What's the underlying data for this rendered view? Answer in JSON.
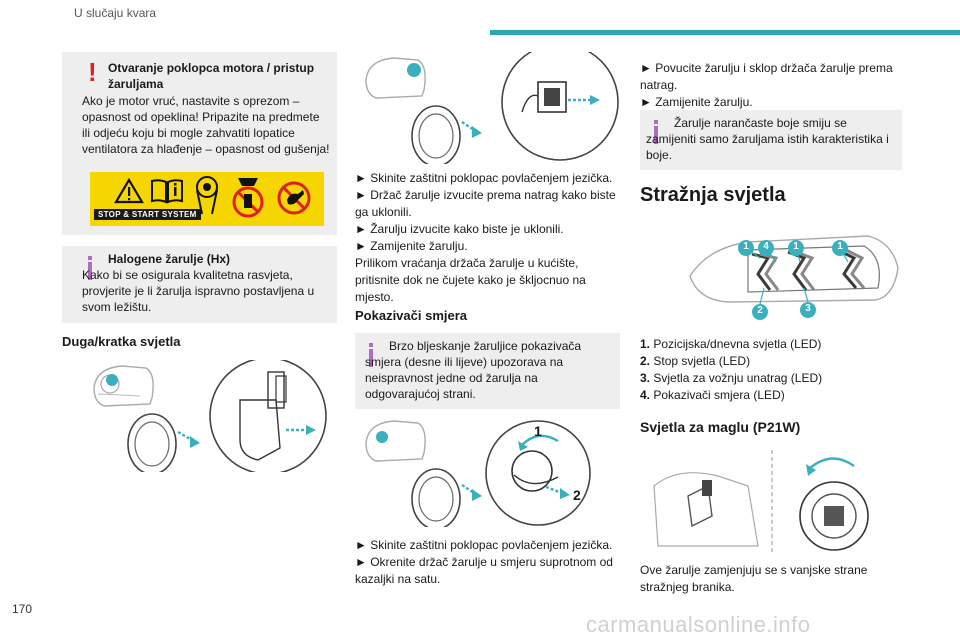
{
  "header": {
    "section": "U slučaju kvara",
    "page_number": "170",
    "watermark": "carmanualsonline.info"
  },
  "col1": {
    "warning": {
      "title": "Otvaranje poklopca motora / pristup žaruljama",
      "body": "Ako je motor vruć, nastavite s oprezom – opasnost od opeklina! Pripazite na predmete ili odjeću koju bi mogle zahvatiti lopatice ventilatora za hlađenje – opasnost od gušenja!",
      "badge": "STOP & START SYSTEM"
    },
    "info": {
      "title": "Halogene žarulje (Hx)",
      "body": "Kako bi se osigurala kvalitetna rasvjeta, provjerite je li žarulja ispravno postavljena u svom ležištu."
    },
    "heading": "Duga/kratka svjetla"
  },
  "col2": {
    "steps1": [
      "► Skinite zaštitni poklopac povlačenjem jezička.",
      "► Držač žarulje izvucite prema natrag kako biste ga uklonili.",
      "► Žarulju izvucite kako biste je uklonili.",
      "► Zamijenite žarulju.",
      "Prilikom vraćanja držača žarulje u kućište, pritisnite dok ne čujete kako je škljocnuo na mjesto."
    ],
    "heading": "Pokazivači smjera",
    "info": "Brzo bljeskanje žaruljice pokazivača smjera (desne ili lijeve) upozorava na neispravnost jedne od žarulja na odgovarajućoj strani.",
    "diagram_labels": [
      "1",
      "2"
    ],
    "steps2": [
      "► Skinite zaštitni poklopac povlačenjem jezička.",
      "► Okrenite držač žarulje u smjeru suprotnom od kazaljki na satu."
    ]
  },
  "col3": {
    "steps": [
      "► Povucite žarulju i sklop držača žarulje prema natrag.",
      "► Zamijenite žarulju."
    ],
    "info": "Žarulje narančaste boje smiju se zamijeniti samo žaruljama istih karakteristika i boje.",
    "title": "Stražnja svjetla",
    "callouts": [
      "1",
      "4",
      "1",
      "1",
      "2",
      "3"
    ],
    "legend": [
      {
        "num": "1.",
        "text": "Pozicijska/dnevna svjetla (LED)"
      },
      {
        "num": "2.",
        "text": "Stop svjetla (LED)"
      },
      {
        "num": "3.",
        "text": "Svjetla za vožnju unatrag (LED)"
      },
      {
        "num": "4.",
        "text": "Pokazivači smjera (LED)"
      }
    ],
    "fog_title": "Svjetla za maglu (P21W)",
    "fog_text": "Ove žarulje zamjenjuju se s vanjske strane stražnjeg branika."
  },
  "colors": {
    "accent": "#2aa7b2",
    "warning": "#e02020",
    "info": "#b06cc0",
    "highlight": "#3ab0bf"
  }
}
